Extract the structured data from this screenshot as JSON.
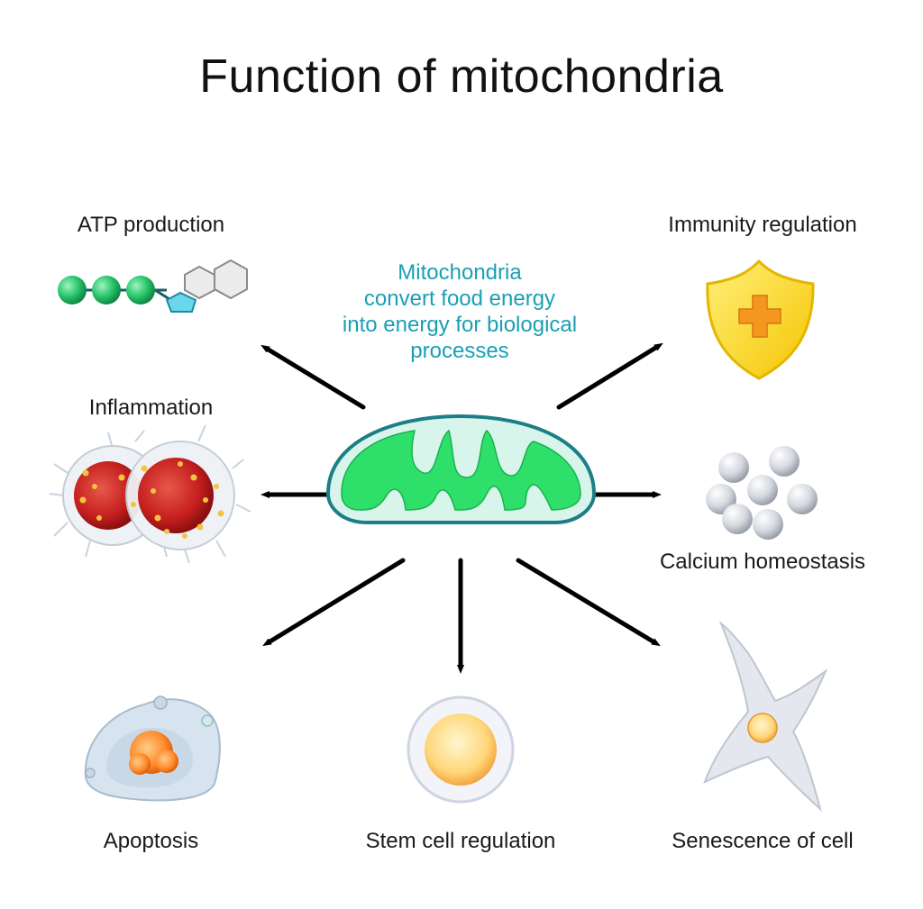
{
  "title": "Function of mitochondria",
  "center_caption": {
    "lines": [
      "Mitochondria",
      "convert food energy",
      "into energy for biological",
      "processes"
    ],
    "color": "#1a9fb4"
  },
  "functions": {
    "atp": "ATP production",
    "immunity": "Immunity regulation",
    "inflammation": "Inflammation",
    "calcium": "Calcium homeostasis",
    "apoptosis": "Apoptosis",
    "stem_cell": "Stem cell regulation",
    "senescence": "Senescence of cell"
  },
  "colors": {
    "mitochondria_fill": "#2ee06a",
    "mitochondria_inner": "#d8f5ec",
    "mitochondria_outline": "#1c7e86",
    "arrow": "#000000",
    "shield": "#ffd935",
    "cross": "#f5961e"
  }
}
